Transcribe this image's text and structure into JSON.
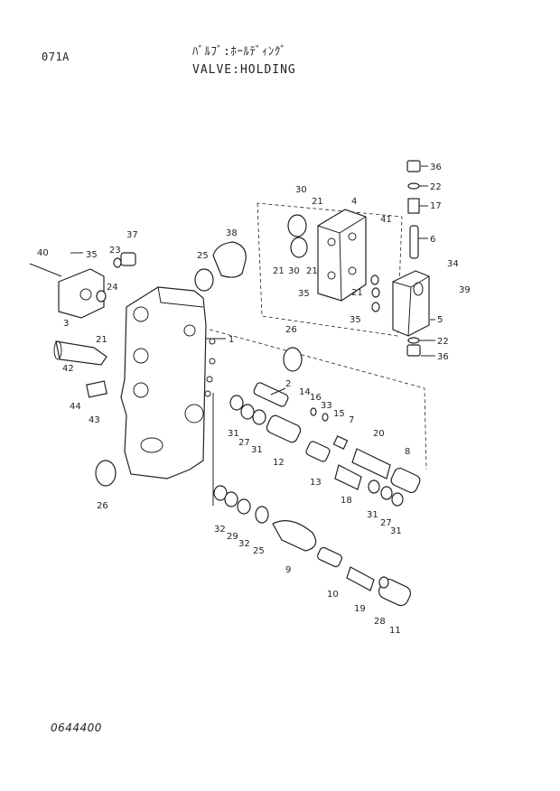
{
  "header": {
    "page_code": "071A",
    "title_jp": "ﾊﾞﾙﾌﾞ:ﾎｰﾙﾃﾞｨﾝｸﾞ",
    "title_en": "VALVE:HOLDING"
  },
  "footer": {
    "drawing_number": "0644400"
  },
  "callouts": {
    "c36a": "36",
    "c22a": "22",
    "c17": "17",
    "c6": "6",
    "c34": "34",
    "c39": "39",
    "c5": "5",
    "c22b": "22",
    "c36b": "36",
    "c30a": "30",
    "c21a": "21",
    "c4": "4",
    "c41": "41",
    "c21b": "21",
    "c30b": "30",
    "c21c": "21",
    "c35a": "35",
    "c21d": "21",
    "c35b": "35",
    "c38": "38",
    "c37": "37",
    "c25a": "25",
    "c40": "40",
    "c23": "23",
    "c35c": "35",
    "c24": "24",
    "c3": "3",
    "c21e": "21",
    "c1": "1",
    "c26a": "26",
    "c42": "42",
    "c44": "44",
    "c43": "43",
    "c2": "2",
    "c14": "14",
    "c16": "16",
    "c33": "33",
    "c31a": "31",
    "c27a": "27",
    "c31b": "31",
    "c12": "12",
    "c15": "15",
    "c7": "7",
    "c20": "20",
    "c13": "13",
    "c8": "8",
    "c18": "18",
    "c31c": "31",
    "c27b": "27",
    "c31d": "31",
    "c26b": "26",
    "c32a": "32",
    "c29": "29",
    "c32b": "32",
    "c25b": "25",
    "c9": "9",
    "c10": "10",
    "c19": "19",
    "c28": "28",
    "c11": "11"
  }
}
